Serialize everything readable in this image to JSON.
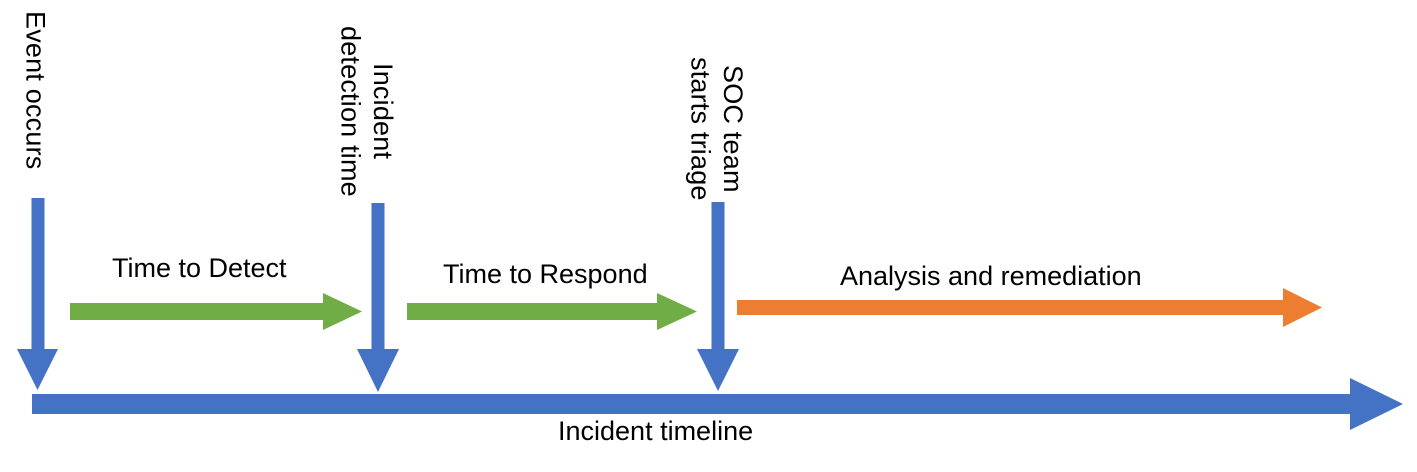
{
  "colors": {
    "blue": "#4472C4",
    "green": "#70AD47",
    "orange": "#ED7D31",
    "text": "#000000",
    "background": "#FFFFFF"
  },
  "diagram": {
    "milestones": [
      {
        "label": "Event occurs"
      },
      {
        "label": "Incident\ndetection time"
      },
      {
        "label": "SOC team\nstarts triage"
      }
    ],
    "phases": [
      {
        "label": "Time to Detect"
      },
      {
        "label": "Time to Respond"
      },
      {
        "label": "Analysis and remediation"
      }
    ],
    "timeline_label": "Incident timeline"
  }
}
